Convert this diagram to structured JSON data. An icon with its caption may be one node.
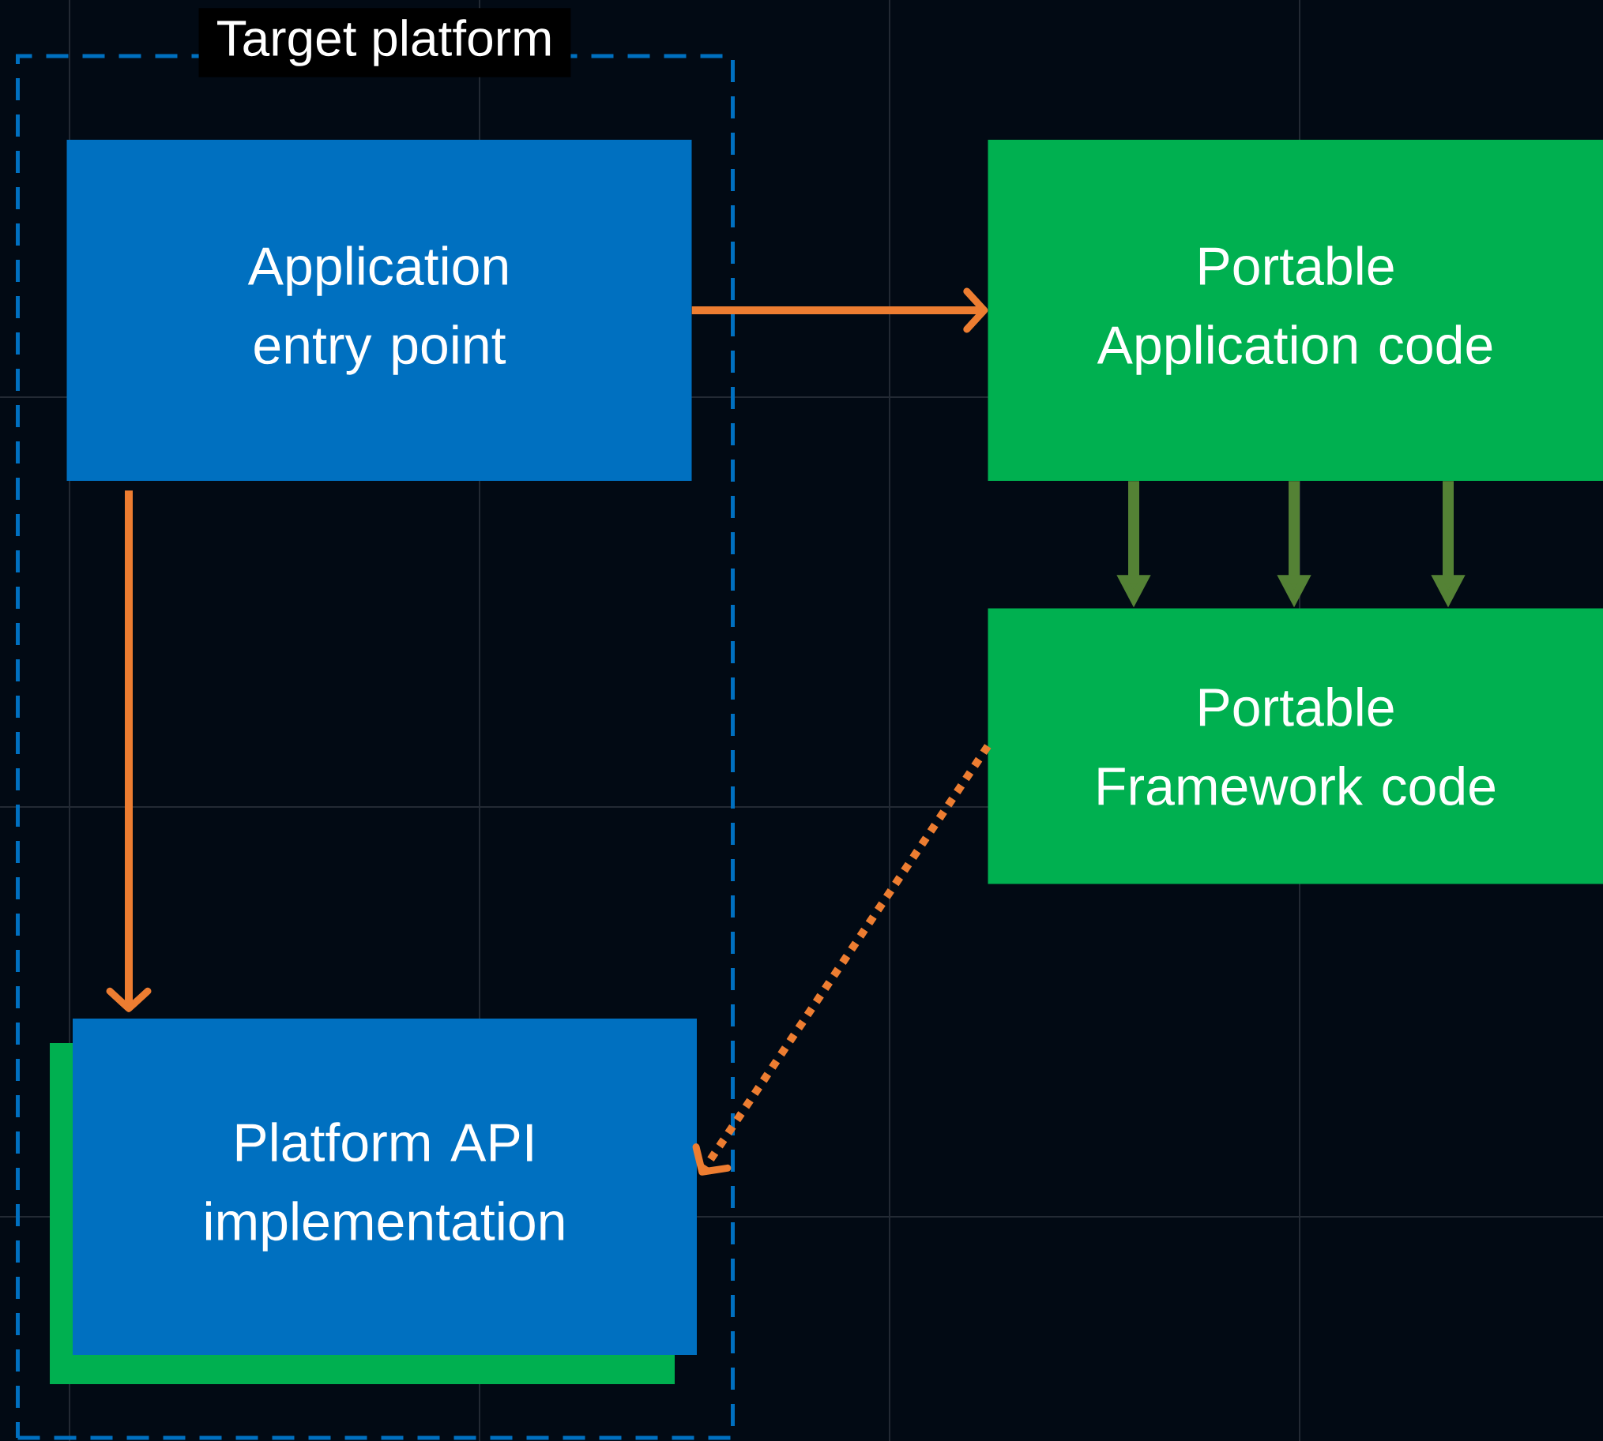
{
  "diagram": {
    "nodes": [
      {
        "text": [
          "Target platform"
        ]
      },
      {
        "text": [
          "Application entry point"
        ],
        "in": 0
      },
      {
        "text": [
          "Portable Application code"
        ]
      },
      {
        "text": [
          "Portable Framework code"
        ]
      },
      {
        "text": [
          "Platform API implementation"
        ],
        "in": 0
      }
    ],
    "edges": [
      {
        "from": 1,
        "to": 2,
        "arrow": "to",
        "color": "#ed7d31"
      },
      {
        "from": 1,
        "to": 4,
        "arrow": "to",
        "color": "#ed7d31"
      },
      {
        "from": 2,
        "to": 3,
        "arrow": "to",
        "color": "#548235"
      },
      {
        "from": 2,
        "to": 3,
        "arrow": "to",
        "color": "#548235"
      },
      {
        "from": 2,
        "to": 3,
        "arrow": "to",
        "color": "#548235"
      },
      {
        "from": 3,
        "to": 4,
        "arrow": "to",
        "style": "dashed",
        "color": "#ed7d31"
      }
    ]
  }
}
